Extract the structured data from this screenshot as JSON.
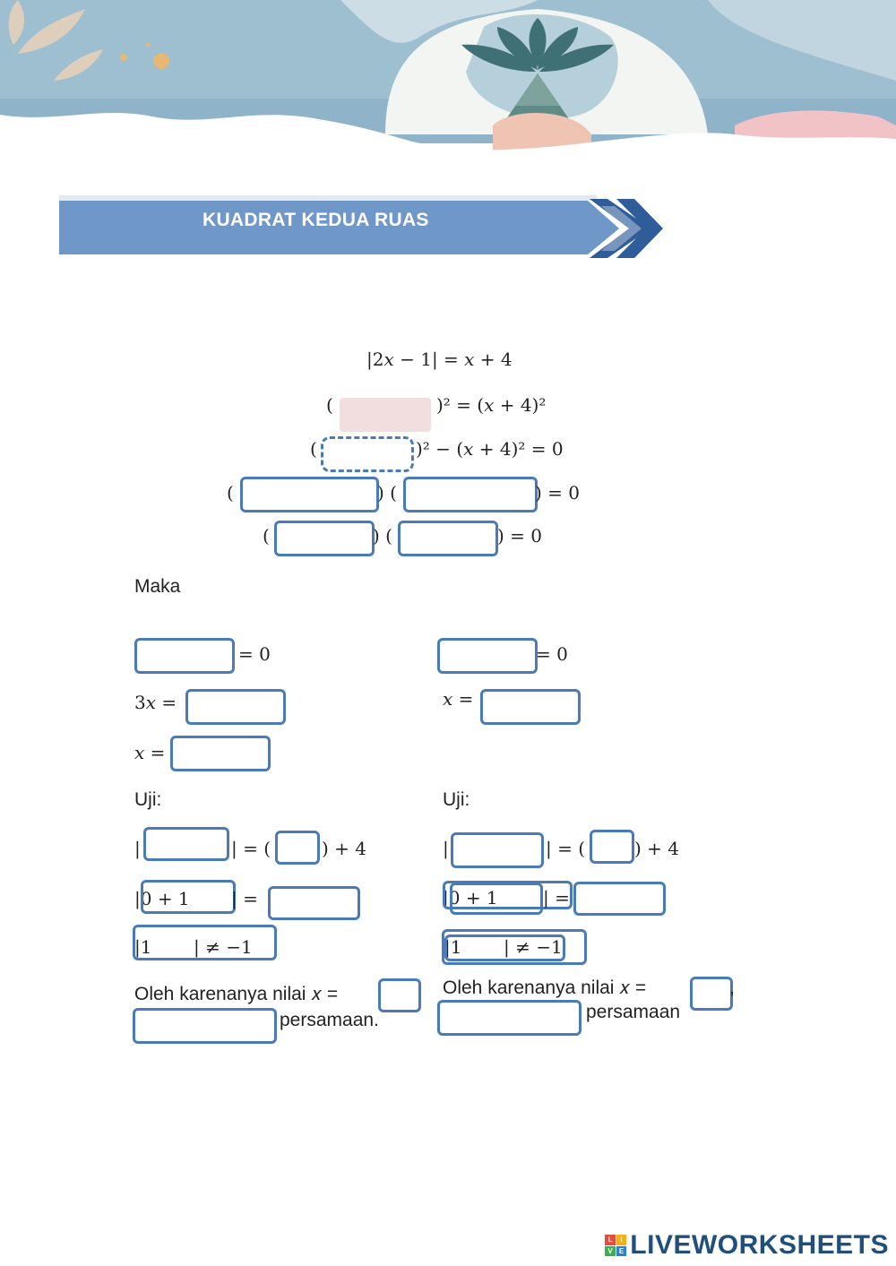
{
  "header": {
    "title": "KUADRAT KEDUA RUAS"
  },
  "equations": {
    "eq1": "|2𝑥 − 1| = 𝑥 + 4",
    "eq2_left": "(",
    "eq2_right": ")² = (𝑥 + 4)²",
    "eq3_left": "(",
    "eq3_right": ")² − (𝑥 + 4)² = 0",
    "eq4_open1": "(",
    "eq4_mid": ") (",
    "eq4_end": ") = 0",
    "eq5_open1": "(",
    "eq5_mid": ") (",
    "eq5_end": ") = 0"
  },
  "maka": "Maka",
  "left": {
    "eq_zero": "= 0",
    "three_x": "3𝑥 =",
    "x_eq": "𝑥 =",
    "uji": "Uji:",
    "test1_bar": "|",
    "test1_mid": "| = (",
    "test1_end": ") + 4",
    "test2_text": "|0 + 1",
    "test2_mid": "| =",
    "test3_a": "|1",
    "test3_b": "| ≠ −1",
    "conclusion_a": "Oleh karenanya nilai 𝑥 =",
    "conclusion_b": "persamaan."
  },
  "right": {
    "eq_zero": "= 0",
    "x_eq": "𝑥 =",
    "uji": "Uji:",
    "test1_bar": "|",
    "test1_mid": "| = (",
    "test1_end": ") + 4",
    "test2_text": "|0 + 1",
    "test2_mid": "| =",
    "test3_a": "|1",
    "test3_b": "| ≠ −1",
    "conclusion_a": "Oleh karenanya nilai 𝑥 =",
    "conclusion_comma": ",",
    "conclusion_b": "persamaan"
  },
  "footer": {
    "logo_text": "LIVEWORKSHEETS",
    "logo_mark": [
      "L",
      "I",
      "V",
      "E"
    ]
  },
  "colors": {
    "box_border": "#4a7bb8",
    "banner": "#6f97c8",
    "chevron": "#2e5d9a",
    "pink_box": "#f2dede"
  }
}
